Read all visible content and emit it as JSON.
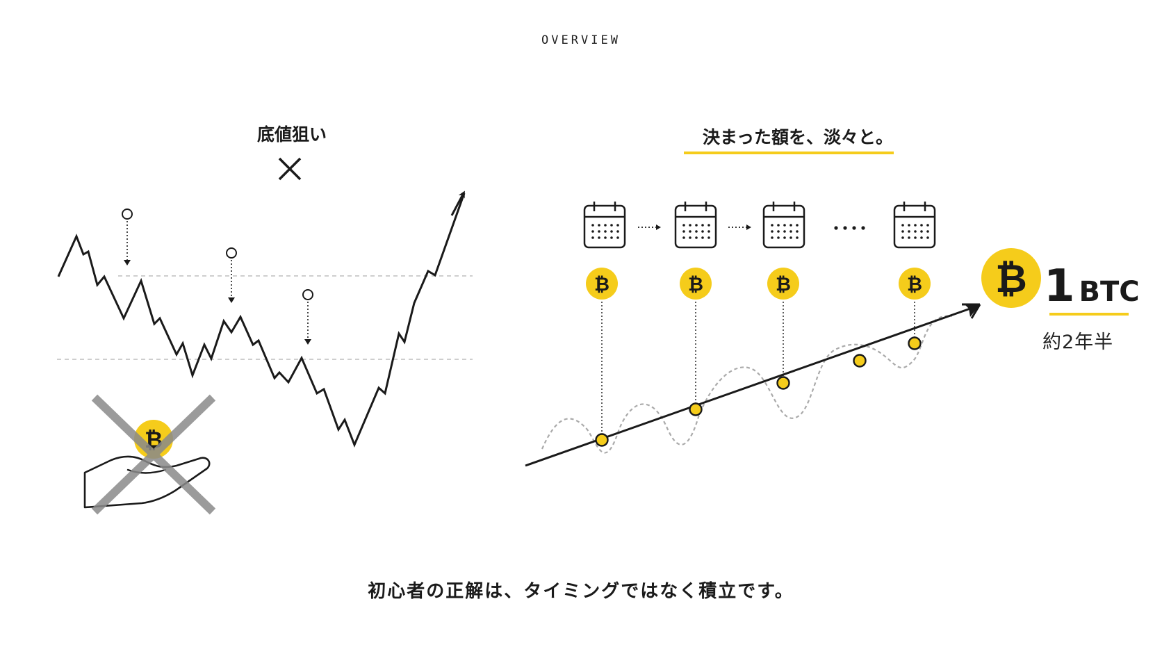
{
  "header": {
    "label": "OVERVIEW"
  },
  "left_panel": {
    "title": "底値狙い",
    "mark": "×"
  },
  "right_panel": {
    "title": "決まった額を、淡々と。",
    "result": {
      "amount": "1",
      "unit": "BTC",
      "period": "約2年半"
    }
  },
  "footer": {
    "text": "初心者の正解は、タイミングではなく積立です。"
  },
  "icons": {
    "coin": "bitcoin-coin-icon",
    "calendar": "calendar-icon",
    "hand": "open-hand-icon",
    "cross": "cross-out-icon"
  },
  "colors": {
    "accent": "#F5CC1B",
    "ink": "#1a1a1a",
    "muted": "#aaaaaa",
    "cross": "#8a8a8a"
  }
}
